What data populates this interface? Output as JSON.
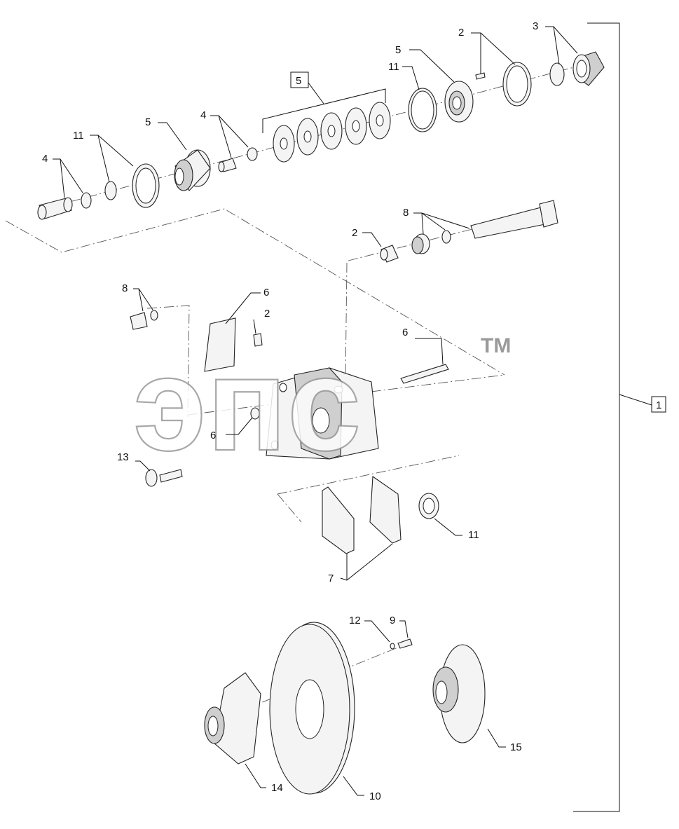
{
  "watermark": {
    "text": "эпс",
    "tm": "TM"
  },
  "assembly_ref": "1",
  "callouts": {
    "c2_top": "2",
    "c3_top": "3",
    "c5_top": "5",
    "c11_top": "11",
    "c5_box": "5",
    "c4_mid": "4",
    "c5_mid": "5",
    "c11_left": "11",
    "c4_left": "4",
    "c2_right": "2",
    "c8_right": "8",
    "c8_left": "8",
    "c6_top": "6",
    "c2_mid": "2",
    "c6_right": "6",
    "c6_left": "6",
    "c13": "13",
    "c11_seal": "11",
    "c7": "7",
    "c12": "12",
    "c9": "9",
    "c14": "14",
    "c10": "10",
    "c15": "15"
  }
}
